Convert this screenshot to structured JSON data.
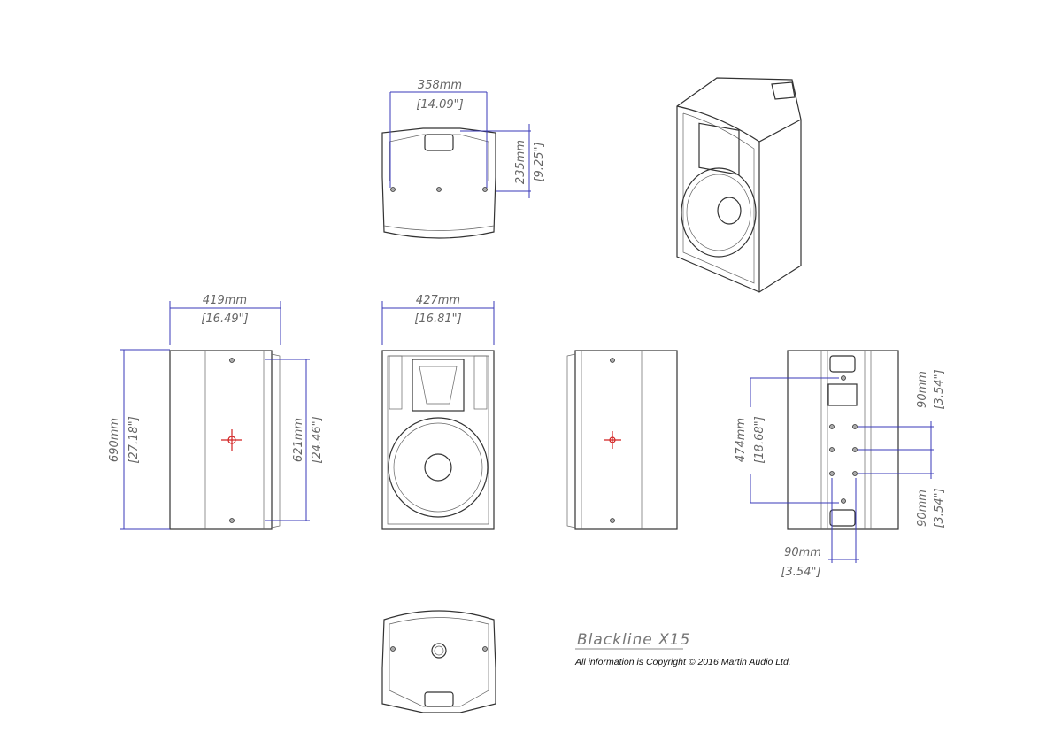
{
  "product": {
    "title": "Blackline  X15",
    "copyright": "All information is Copyright © 2016 Martin Audio Ltd."
  },
  "dimensions": {
    "top_width": {
      "mm": "358mm",
      "in": "[14.09\"]"
    },
    "top_depth": {
      "mm": "235mm",
      "in": "[9.25\"]"
    },
    "side_depth": {
      "mm": "419mm",
      "in": "[16.49\"]"
    },
    "height": {
      "mm": "690mm",
      "in": "[27.18\"]"
    },
    "side_height_inner": {
      "mm": "621mm",
      "in": "[24.46\"]"
    },
    "front_width": {
      "mm": "427mm",
      "in": "[16.81\"]"
    },
    "rear_rigging_height": {
      "mm": "474mm",
      "in": "[18.68\"]"
    },
    "rear_pitch_upper": {
      "mm": "90mm",
      "in": "[3.54\"]"
    },
    "rear_pitch_lower": {
      "mm": "90mm",
      "in": "[3.54\"]"
    },
    "rear_pitch_horizontal": {
      "mm": "90mm",
      "in": "[3.54\"]"
    }
  },
  "colors": {
    "dimension_line": "#3a3ab8",
    "center_mark": "#d22222",
    "outline": "#333333"
  }
}
